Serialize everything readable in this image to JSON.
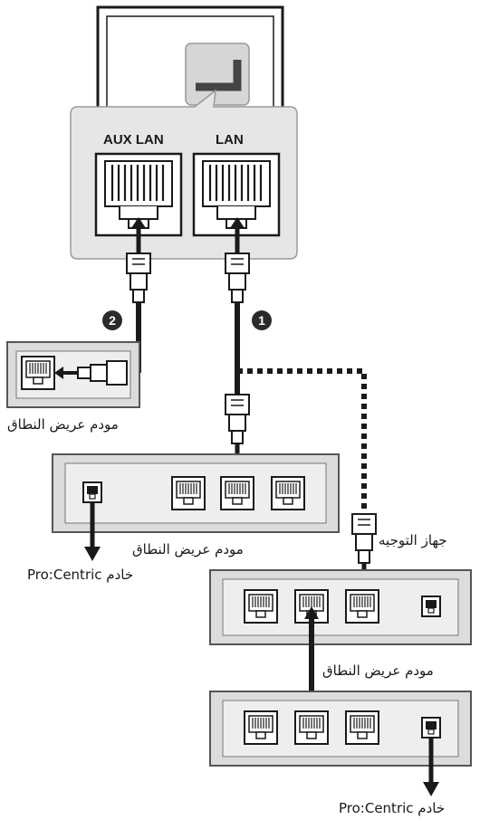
{
  "ports": {
    "aux_lan": "AUX LAN",
    "lan": "LAN"
  },
  "badges": {
    "one": "1",
    "two": "2"
  },
  "labels": {
    "modem_small": "مودم عريض النطاق",
    "modem_main": "مودم عريض النطاق",
    "router": "جهاز التوجيه",
    "modem_lower": "مودم عريض النطاق",
    "server_left": "خادم Pro:Centric",
    "server_bottom": "خادم Pro:Centric"
  },
  "colors": {
    "line": "#1a1a1a",
    "panel": "#e6e6e6",
    "panel_border": "#555555",
    "device": "#dcdcdc"
  }
}
